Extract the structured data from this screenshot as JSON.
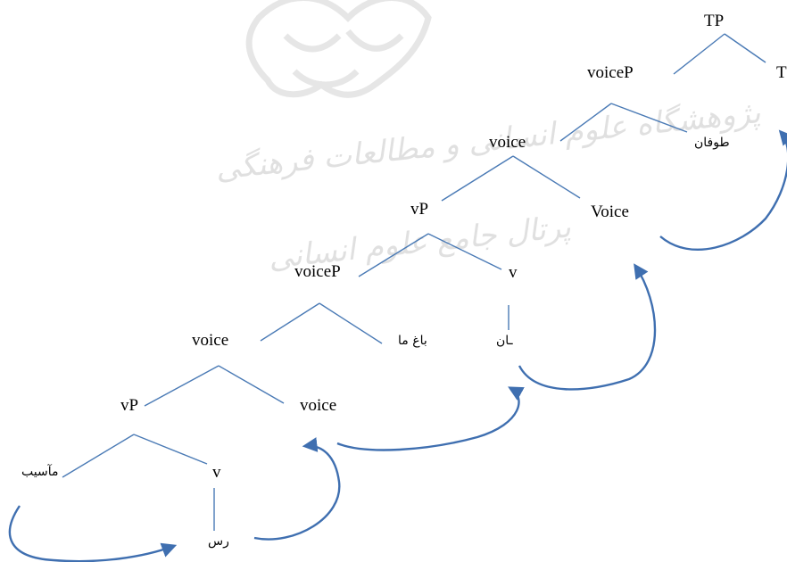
{
  "watermark": {
    "line1": "پژوهشگاه علوم انسانی و مطالعات فرهنگی",
    "line2": "پرتال جامع علوم انسانی"
  },
  "nodes": {
    "tp": "TP",
    "t": "T",
    "voiceP_top": "voiceP",
    "toofan": "طوفان",
    "voice_top": "voice",
    "vP_mid": "vP",
    "Voice_mid": "Voice",
    "voiceP_mid": "voiceP",
    "v_mid": "v",
    "an": "ـان",
    "voice_low": "voice",
    "bagh_ma": "باغ ما",
    "vP_low": "vP",
    "voice_low2": "voice",
    "aasib": "مآسیب",
    "v_low": "v",
    "ras": "رس"
  },
  "colors": {
    "line": "#4a7ab5",
    "arrow": "#3f6fb0",
    "watermark": "#c8c8c8"
  }
}
